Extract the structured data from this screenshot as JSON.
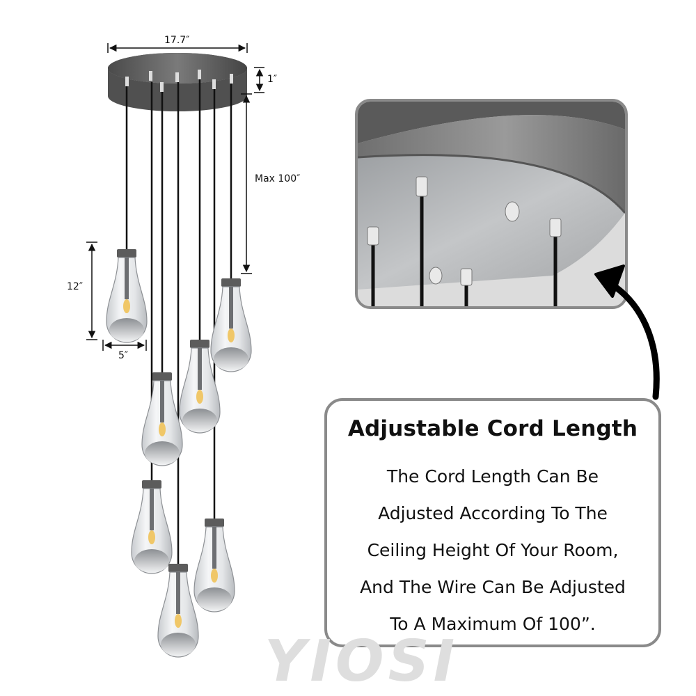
{
  "dimensions": {
    "width": "17.7″",
    "height": "1″",
    "cord": "Max 100″",
    "shade_height": "12″",
    "shade_width": "5″"
  },
  "callout": {
    "heading": "Adjustable Cord Length",
    "lines": [
      "The Cord Length Can Be",
      "Adjusted According To The",
      "Ceiling Height Of Your Room,",
      "And The Wire Can Be Adjusted",
      "To A Maximum Of 100”."
    ]
  },
  "brand": {
    "watermark": "YIOSI"
  },
  "colors": {
    "canopy": "#5e5e5e",
    "frame": "#8a8a8a",
    "arrow": "#000000",
    "cord": "#111111"
  },
  "icons": {
    "arrow": "curved-arrow-icon"
  }
}
